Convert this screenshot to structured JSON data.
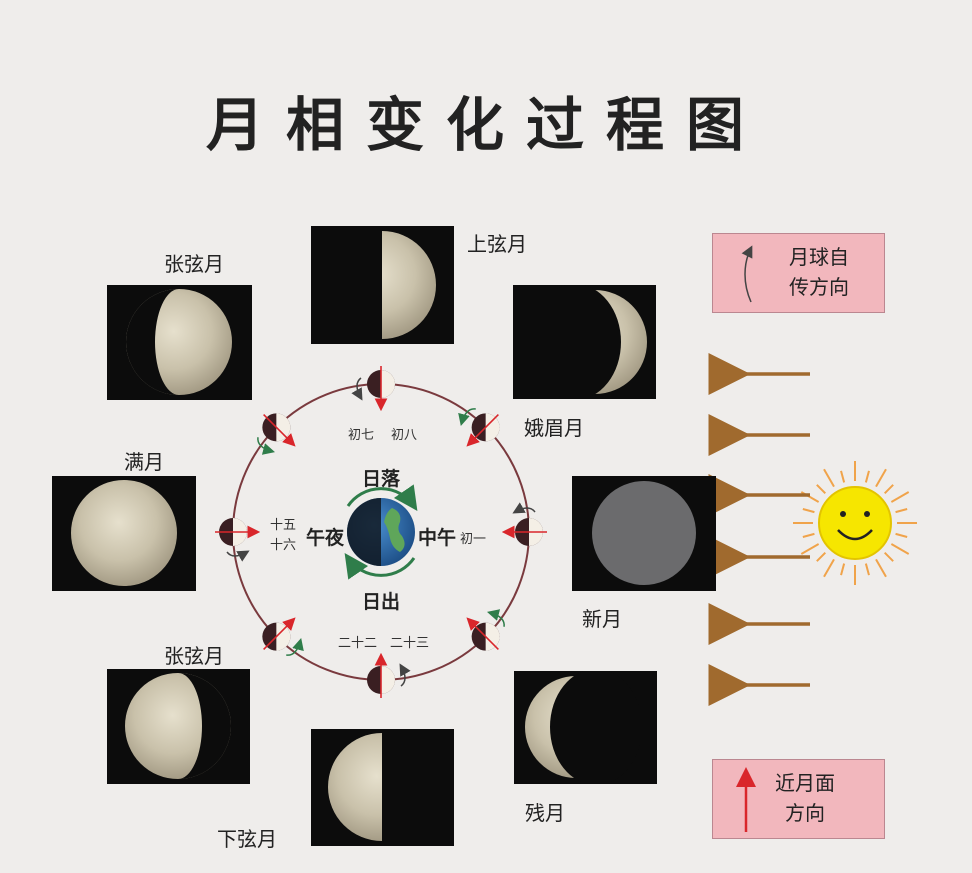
{
  "title": "月相变化过程图",
  "phases": {
    "first_quarter": "上弦月",
    "waxing_crescent": "娥眉月",
    "new_moon": "新月",
    "waning_crescent": "残月",
    "last_quarter": "下弦月",
    "waning_gibbous": "张弦月",
    "full_moon": "满月",
    "waxing_gibbous": "张弦月"
  },
  "center": {
    "sunset": "日落",
    "sunrise": "日出",
    "midnight": "午夜",
    "noon": "中午"
  },
  "lunar_days": {
    "day7": "初七",
    "day8": "初八",
    "day1": "初一",
    "day15": "十五",
    "day16": "十六",
    "day22": "二十二",
    "day23": "二十三"
  },
  "legend": {
    "rotation_line1": "月球自",
    "rotation_line2": "传方向",
    "near_side_line1": "近月面",
    "near_side_line2": "方向"
  },
  "colors": {
    "background": "#efedeb",
    "orbit": "#7a3a3e",
    "arrow_red": "#d9262b",
    "arrow_green": "#2f7d4a",
    "sun_rays": "#f0a34a",
    "legend_fill": "#f2b7bd"
  }
}
